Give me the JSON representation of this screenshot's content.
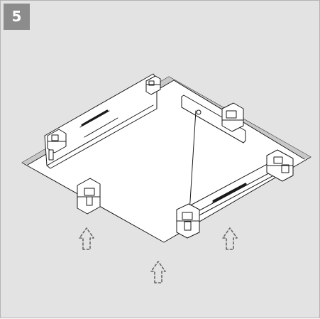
{
  "step": {
    "number": "5"
  },
  "illustration": {
    "subject": "ceiling-panel-mounting-brackets",
    "bracket_count": 6,
    "direction_arrow_count": 3,
    "arrow_direction": "up"
  },
  "colors": {
    "panel_background": "#e3e3e3",
    "badge_background": "#8c8c8c",
    "badge_text": "#ffffff",
    "line_art": "#1a1a1a",
    "cutout_shadow": "#c8c8c8"
  }
}
